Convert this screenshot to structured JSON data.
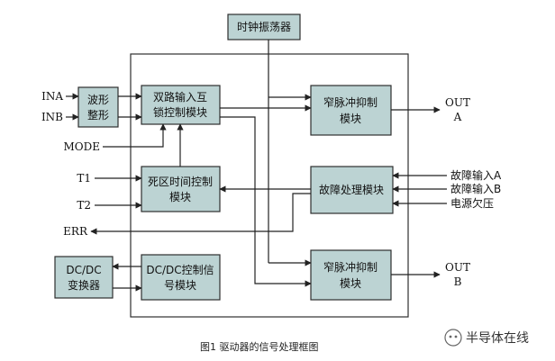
{
  "blocks": {
    "clock": "时钟振荡器",
    "wave_shaping": [
      "波形",
      "整形"
    ],
    "interlock": [
      "双路输入互",
      "锁控制模块"
    ],
    "dead_time": [
      "死区时间控制",
      "模块"
    ],
    "fault_processing": "故障处理模块",
    "pulse_suppress_top": [
      "窄脉冲抑制",
      "模块"
    ],
    "pulse_suppress_bottom": [
      "窄脉冲抑制",
      "模块"
    ],
    "dcdc_signal": [
      "DC/DC控制信",
      "号模块"
    ],
    "dcdc_converter": [
      "DC/DC",
      "变换器"
    ]
  },
  "signals": {
    "ina": "INA",
    "inb": "INB",
    "mode": "MODE",
    "t1": "T1",
    "t2": "T2",
    "err": "ERR",
    "out_a": [
      "OUT",
      "A"
    ],
    "out_b": [
      "OUT",
      "B"
    ],
    "fault_in_a": "故障输入A",
    "fault_in_b": "故障输入B",
    "power_uv": "电源欠压"
  },
  "caption": "图1   驱动器的信号处理框图",
  "watermark": "半导体在线"
}
